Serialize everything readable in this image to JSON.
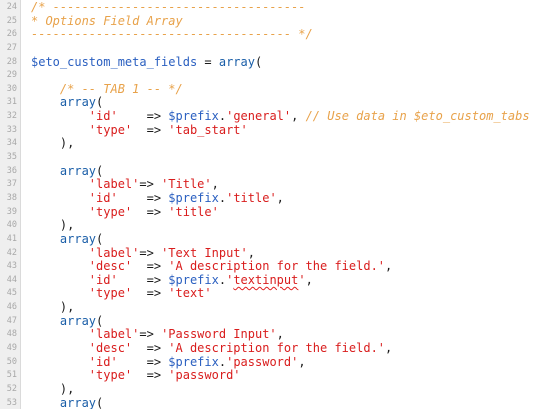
{
  "editor": {
    "lines": [
      {
        "num": "24",
        "tokens": [
          {
            "t": "/* -----------------------------------",
            "c": "cm"
          }
        ]
      },
      {
        "num": "25",
        "tokens": [
          {
            "t": "* Options Field Array",
            "c": "cm"
          }
        ]
      },
      {
        "num": "26",
        "tokens": [
          {
            "t": "------------------------------------ */",
            "c": "cm"
          }
        ]
      },
      {
        "num": "27",
        "tokens": []
      },
      {
        "num": "28",
        "tokens": [
          {
            "t": "$eto_custom_meta_fields",
            "c": "var"
          },
          {
            "t": " = ",
            "c": "pl"
          },
          {
            "t": "array",
            "c": "fn"
          },
          {
            "t": "(",
            "c": "pl"
          }
        ]
      },
      {
        "num": "29",
        "tokens": []
      },
      {
        "num": "30",
        "tokens": [
          {
            "t": "    ",
            "c": "pl"
          },
          {
            "t": "/* -- TAB 1 -- */",
            "c": "cm"
          }
        ]
      },
      {
        "num": "31",
        "tokens": [
          {
            "t": "    ",
            "c": "pl"
          },
          {
            "t": "array",
            "c": "fn"
          },
          {
            "t": "(",
            "c": "pl"
          }
        ]
      },
      {
        "num": "32",
        "tokens": [
          {
            "t": "        ",
            "c": "pl"
          },
          {
            "t": "'id'",
            "c": "st"
          },
          {
            "t": "    => ",
            "c": "pl"
          },
          {
            "t": "$prefix",
            "c": "var"
          },
          {
            "t": ".",
            "c": "pl"
          },
          {
            "t": "'general'",
            "c": "st"
          },
          {
            "t": ", ",
            "c": "pl"
          },
          {
            "t": "// Use data in $eto_custom_tabs",
            "c": "cm"
          }
        ]
      },
      {
        "num": "33",
        "tokens": [
          {
            "t": "        ",
            "c": "pl"
          },
          {
            "t": "'type'",
            "c": "st"
          },
          {
            "t": "  => ",
            "c": "pl"
          },
          {
            "t": "'tab_start'",
            "c": "st"
          }
        ]
      },
      {
        "num": "34",
        "tokens": [
          {
            "t": "    ),",
            "c": "pl"
          }
        ]
      },
      {
        "num": "35",
        "tokens": []
      },
      {
        "num": "36",
        "tokens": [
          {
            "t": "    ",
            "c": "pl"
          },
          {
            "t": "array",
            "c": "fn"
          },
          {
            "t": "(",
            "c": "pl"
          }
        ]
      },
      {
        "num": "37",
        "tokens": [
          {
            "t": "        ",
            "c": "pl"
          },
          {
            "t": "'label'",
            "c": "st"
          },
          {
            "t": "=> ",
            "c": "pl"
          },
          {
            "t": "'Title'",
            "c": "st"
          },
          {
            "t": ",",
            "c": "pl"
          }
        ]
      },
      {
        "num": "38",
        "tokens": [
          {
            "t": "        ",
            "c": "pl"
          },
          {
            "t": "'id'",
            "c": "st"
          },
          {
            "t": "    => ",
            "c": "pl"
          },
          {
            "t": "$prefix",
            "c": "var"
          },
          {
            "t": ".",
            "c": "pl"
          },
          {
            "t": "'title'",
            "c": "st"
          },
          {
            "t": ",",
            "c": "pl"
          }
        ]
      },
      {
        "num": "39",
        "tokens": [
          {
            "t": "        ",
            "c": "pl"
          },
          {
            "t": "'type'",
            "c": "st"
          },
          {
            "t": "  => ",
            "c": "pl"
          },
          {
            "t": "'title'",
            "c": "st"
          }
        ]
      },
      {
        "num": "40",
        "tokens": [
          {
            "t": "    ),",
            "c": "pl"
          }
        ]
      },
      {
        "num": "41",
        "tokens": [
          {
            "t": "    ",
            "c": "pl"
          },
          {
            "t": "array",
            "c": "fn"
          },
          {
            "t": "(",
            "c": "pl"
          }
        ]
      },
      {
        "num": "42",
        "tokens": [
          {
            "t": "        ",
            "c": "pl"
          },
          {
            "t": "'label'",
            "c": "st"
          },
          {
            "t": "=> ",
            "c": "pl"
          },
          {
            "t": "'Text Input'",
            "c": "st"
          },
          {
            "t": ",",
            "c": "pl"
          }
        ]
      },
      {
        "num": "43",
        "tokens": [
          {
            "t": "        ",
            "c": "pl"
          },
          {
            "t": "'desc'",
            "c": "st"
          },
          {
            "t": "  => ",
            "c": "pl"
          },
          {
            "t": "'A description for the field.'",
            "c": "st"
          },
          {
            "t": ",",
            "c": "pl"
          }
        ]
      },
      {
        "num": "44",
        "tokens": [
          {
            "t": "        ",
            "c": "pl"
          },
          {
            "t": "'id'",
            "c": "st"
          },
          {
            "t": "    => ",
            "c": "pl"
          },
          {
            "t": "$prefix",
            "c": "var"
          },
          {
            "t": ".",
            "c": "pl"
          },
          {
            "t": "'",
            "c": "st"
          },
          {
            "t": "textinput",
            "c": "st squig"
          },
          {
            "t": "'",
            "c": "st"
          },
          {
            "t": ",",
            "c": "pl"
          }
        ]
      },
      {
        "num": "45",
        "tokens": [
          {
            "t": "        ",
            "c": "pl"
          },
          {
            "t": "'type'",
            "c": "st"
          },
          {
            "t": "  => ",
            "c": "pl"
          },
          {
            "t": "'text'",
            "c": "st"
          }
        ]
      },
      {
        "num": "46",
        "tokens": [
          {
            "t": "    ),",
            "c": "pl"
          }
        ]
      },
      {
        "num": "47",
        "tokens": [
          {
            "t": "    ",
            "c": "pl"
          },
          {
            "t": "array",
            "c": "fn"
          },
          {
            "t": "(",
            "c": "pl"
          }
        ]
      },
      {
        "num": "48",
        "tokens": [
          {
            "t": "        ",
            "c": "pl"
          },
          {
            "t": "'label'",
            "c": "st"
          },
          {
            "t": "=> ",
            "c": "pl"
          },
          {
            "t": "'Password Input'",
            "c": "st"
          },
          {
            "t": ",",
            "c": "pl"
          }
        ]
      },
      {
        "num": "49",
        "tokens": [
          {
            "t": "        ",
            "c": "pl"
          },
          {
            "t": "'desc'",
            "c": "st"
          },
          {
            "t": "  => ",
            "c": "pl"
          },
          {
            "t": "'A description for the field.'",
            "c": "st"
          },
          {
            "t": ",",
            "c": "pl"
          }
        ]
      },
      {
        "num": "50",
        "tokens": [
          {
            "t": "        ",
            "c": "pl"
          },
          {
            "t": "'id'",
            "c": "st"
          },
          {
            "t": "    => ",
            "c": "pl"
          },
          {
            "t": "$prefix",
            "c": "var"
          },
          {
            "t": ".",
            "c": "pl"
          },
          {
            "t": "'password'",
            "c": "st"
          },
          {
            "t": ",",
            "c": "pl"
          }
        ]
      },
      {
        "num": "51",
        "tokens": [
          {
            "t": "        ",
            "c": "pl"
          },
          {
            "t": "'type'",
            "c": "st"
          },
          {
            "t": "  => ",
            "c": "pl"
          },
          {
            "t": "'password'",
            "c": "st"
          }
        ]
      },
      {
        "num": "52",
        "tokens": [
          {
            "t": "    ),",
            "c": "pl"
          }
        ]
      },
      {
        "num": "53",
        "tokens": [
          {
            "t": "    ",
            "c": "pl"
          },
          {
            "t": "array",
            "c": "fn"
          },
          {
            "t": "(",
            "c": "pl"
          }
        ]
      }
    ]
  },
  "colors": {
    "comment": "#e8a24a",
    "string": "#d91d1d",
    "variable": "#2a5fc0",
    "function": "#1a5ea8",
    "plain": "#1a1a1a",
    "gutter_bg": "#efefef",
    "line_number": "#a8a8a8"
  }
}
